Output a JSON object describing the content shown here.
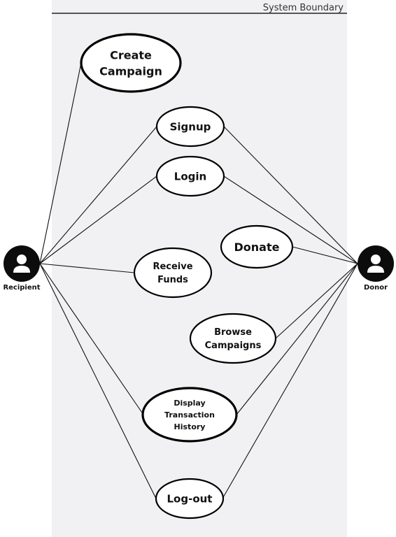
{
  "boundary": {
    "label": "System Boundary"
  },
  "actors": [
    {
      "id": "recipient",
      "label": "Recipient",
      "icon": "user-icon"
    },
    {
      "id": "donor",
      "label": "Donor",
      "icon": "user-icon"
    }
  ],
  "use_cases": [
    {
      "id": "create-campaign",
      "lines": [
        "Create",
        "Campaign"
      ]
    },
    {
      "id": "signup",
      "lines": [
        "Signup"
      ]
    },
    {
      "id": "login",
      "lines": [
        "Login"
      ]
    },
    {
      "id": "donate",
      "lines": [
        "Donate"
      ]
    },
    {
      "id": "receive-funds",
      "lines": [
        "Receive",
        "Funds"
      ]
    },
    {
      "id": "browse-campaigns",
      "lines": [
        "Browse",
        "Campaigns"
      ]
    },
    {
      "id": "display-transaction-history",
      "lines": [
        "Display",
        "Transaction",
        "History"
      ]
    },
    {
      "id": "log-out",
      "lines": [
        "Log-out"
      ]
    }
  ],
  "associations": [
    {
      "actor": "recipient",
      "use_case": "create-campaign"
    },
    {
      "actor": "recipient",
      "use_case": "signup"
    },
    {
      "actor": "recipient",
      "use_case": "login"
    },
    {
      "actor": "recipient",
      "use_case": "receive-funds"
    },
    {
      "actor": "recipient",
      "use_case": "display-transaction-history"
    },
    {
      "actor": "recipient",
      "use_case": "log-out"
    },
    {
      "actor": "donor",
      "use_case": "signup"
    },
    {
      "actor": "donor",
      "use_case": "login"
    },
    {
      "actor": "donor",
      "use_case": "donate"
    },
    {
      "actor": "donor",
      "use_case": "browse-campaigns"
    },
    {
      "actor": "donor",
      "use_case": "display-transaction-history"
    },
    {
      "actor": "donor",
      "use_case": "log-out"
    }
  ]
}
